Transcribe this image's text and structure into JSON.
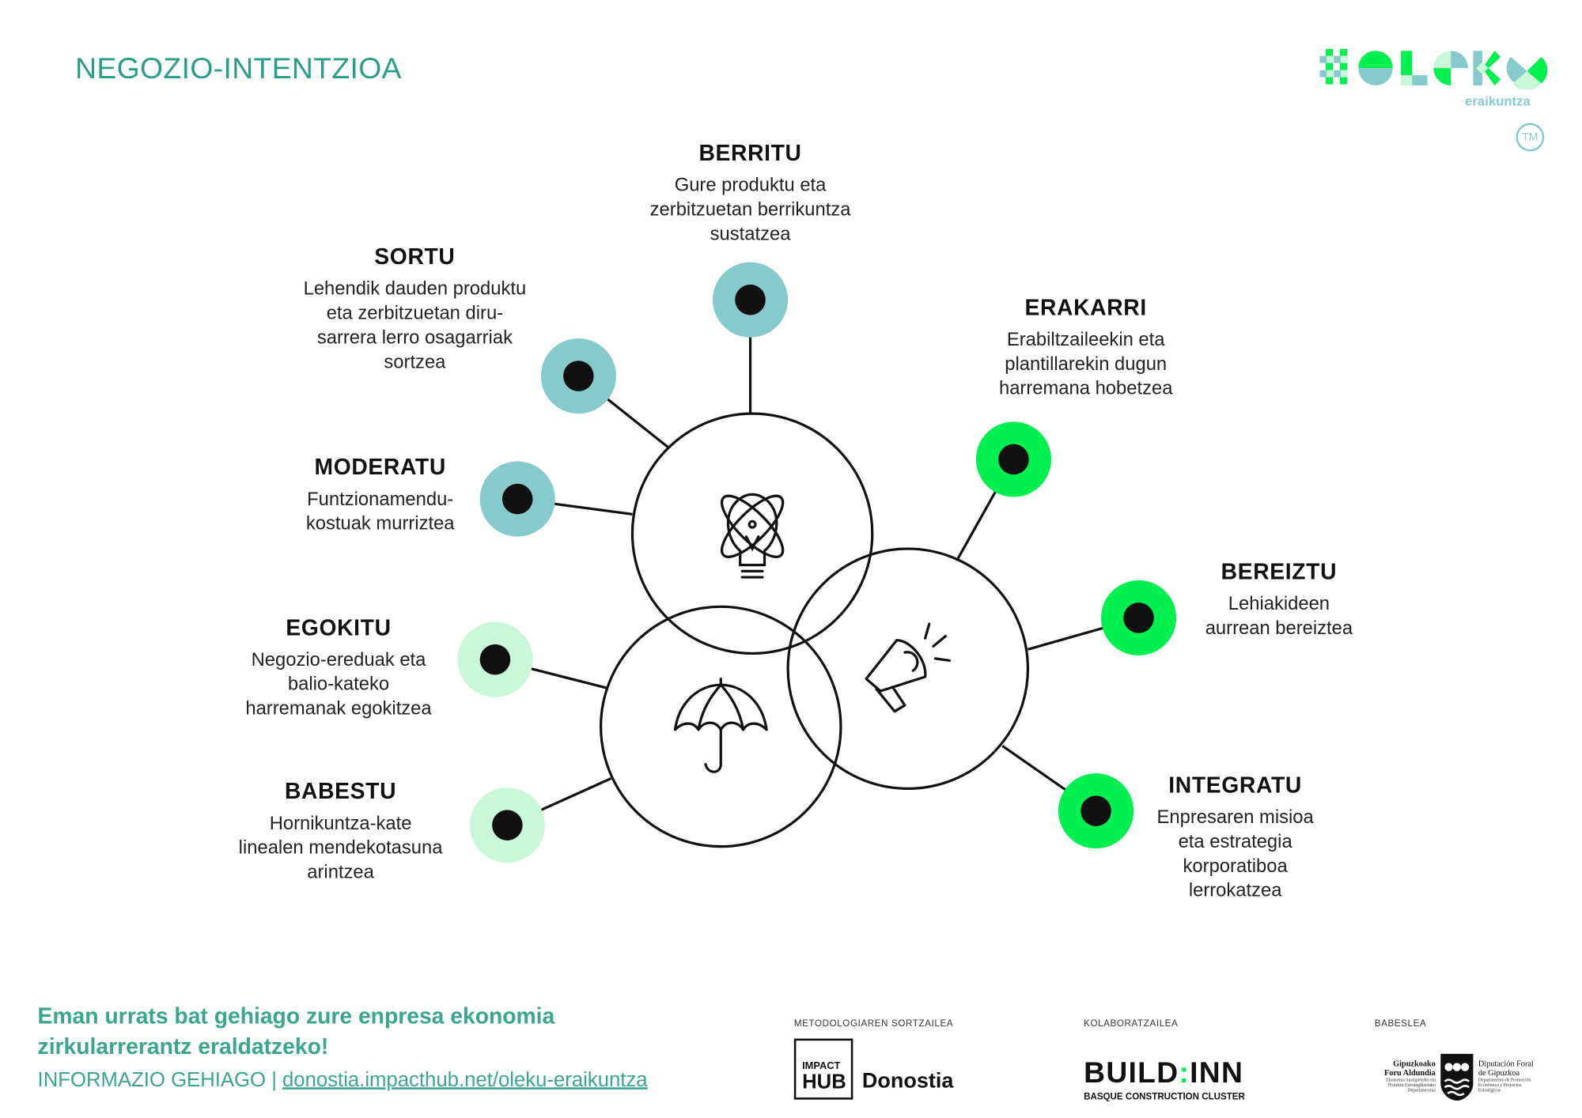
{
  "header": {
    "title": "NEGOZIO-INTENTZIOA",
    "logo": {
      "text": "oleku",
      "subtitle": "eraikuntza",
      "trademark": "TM"
    }
  },
  "colors": {
    "teal": "#86cacc",
    "green": "#00f050",
    "light_green": "#c8f8d8",
    "accent_text": "#2a9d8a"
  },
  "hubs": [
    {
      "icon": "lightbulb-atom-icon"
    },
    {
      "icon": "megaphone-icon"
    },
    {
      "icon": "umbrella-icon"
    }
  ],
  "nodes": [
    {
      "title": "BERRITU",
      "text": "Gure produktu eta\nzerbitzuetan berrikuntza\nsustatzea",
      "color": "teal"
    },
    {
      "title": "SORTU",
      "text": "Lehendik dauden produktu\neta zerbitzuetan diru-\nsarrera lerro osagarriak\nsortzea",
      "color": "teal"
    },
    {
      "title": "MODERATU",
      "text": "Funtzionamendu-\nkostuak murriztea",
      "color": "teal"
    },
    {
      "title": "EGOKITU",
      "text": "Negozio-ereduak eta\nbalio-kateko\nharremanak egokitzea",
      "color": "light_green"
    },
    {
      "title": "BABESTU",
      "text": "Hornikuntza-kate\nlinealen mendekotasuna\narintzea",
      "color": "light_green"
    },
    {
      "title": "ERAKARRI",
      "text": "Erabiltzaileekin eta\nplantillarekin dugun\nharremana hobetzea",
      "color": "green"
    },
    {
      "title": "BEREIZTU",
      "text": "Lehiakideen\naurrean bereiztea",
      "color": "green"
    },
    {
      "title": "INTEGRATU",
      "text": "Enpresaren misioa\neta estrategia\nkorporatiboa\nlerrokatzea",
      "color": "green"
    }
  ],
  "footer": {
    "cta": "Eman urrats bat gehiago zure enpresa ekonomia\nzirkularrerantz eraldatzeko!",
    "info_label": "INFORMAZIO GEHIAGO | ",
    "info_link": "donostia.impacthub.net/oleku-eraikuntza",
    "sponsors": [
      {
        "label": "METODOLOGIAREN SORTZAILEA",
        "name_top": "IMPACT",
        "name_mid": "HUB",
        "name": "Donostia"
      },
      {
        "label": "KOLABORATZAILEA",
        "name_a": "BUILD",
        "name_b": "INN",
        "tagline": "BASQUE CONSTRUCTION CLUSTER"
      },
      {
        "label": "BABESLEA",
        "left_title": "Gipuzkoako\nForu Aldundia",
        "left_sub": "Ekonomia Sustapeneko eta\nProiektu Estrategikoetako\nDepartamentua",
        "right_title": "Diputación Foral\nde Gipuzkoa",
        "right_sub": "Departamento de Promoción\nEconómica y Proyectos\nEstratégicos"
      }
    ]
  }
}
